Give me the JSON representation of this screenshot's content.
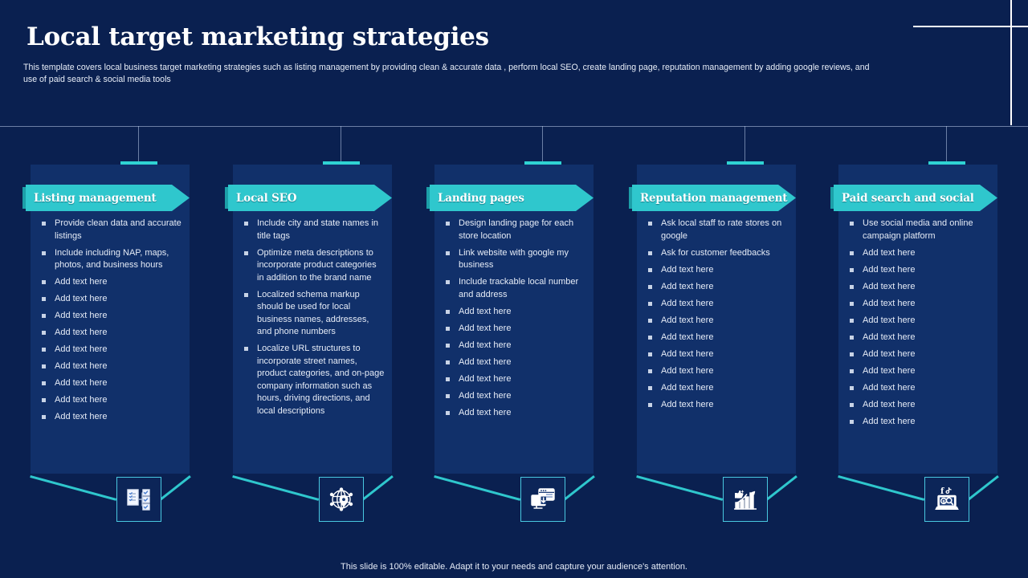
{
  "slide": {
    "title": "Local target marketing strategies",
    "subtitle": "This template covers local business target marketing strategies such as listing management by providing clean & accurate data ,  perform local SEO,  create landing page, reputation management by adding google reviews, and use of paid search & social media tools",
    "footer": "This slide is 100% editable. Adapt it to your needs and capture your audience's attention.",
    "background_color": "#0a2050",
    "card_color": "#11306a",
    "accent_color": "#2fc7cd",
    "text_color": "#e6ecf7"
  },
  "columns": [
    {
      "heading": "Listing management",
      "icon": "checklist-icon",
      "items": [
        "Provide  clean data and accurate listings",
        "Include including NAP, maps, photos, and business hours",
        "Add text here",
        "Add text here",
        "Add text here",
        "Add text here",
        "Add text here",
        "Add text here",
        "Add text here",
        "Add text here",
        "Add text here"
      ]
    },
    {
      "heading": "Local SEO",
      "icon": "globe-pin-icon",
      "items": [
        "Include  city and  state names in title tags",
        "Optimize meta descriptions to incorporate  product categories  in addition to the brand name",
        "Localized  schema markup should  be used for local business names, addresses, and phone numbers",
        "Localize URL  structures to incorporate  street names, product  categories, and on-page company information such as hours,  driving directions, and local descriptions"
      ]
    },
    {
      "heading": "Landing pages",
      "icon": "monitor-download-icon",
      "items": [
        "Design  landing  page for each store location",
        "Link website  with google my business",
        "Include  trackable  local number  and address",
        "Add text here",
        "Add text here",
        "Add text here",
        "Add text here",
        "Add text here",
        "Add text here",
        "Add text here"
      ]
    },
    {
      "heading": "Reputation management",
      "icon": "growth-chart-thumbsup-icon",
      "items": [
        "Ask local  staff to rate stores  on google",
        "Ask for  customer feedbacks",
        "Add text here",
        "Add text here",
        "Add text here",
        "Add text here",
        "Add text here",
        "Add text here",
        "Add text here",
        "Add text here",
        "Add text here"
      ]
    },
    {
      "heading": "Paid search and social",
      "icon": "laptop-social-search-icon",
      "items": [
        "Use social  media  and online  campaign  platform",
        "Add text here",
        "Add text here",
        "Add text here",
        "Add text here",
        "Add text here",
        "Add text here",
        "Add text here",
        "Add text here",
        "Add text here",
        "Add text here",
        "Add text here"
      ]
    }
  ]
}
